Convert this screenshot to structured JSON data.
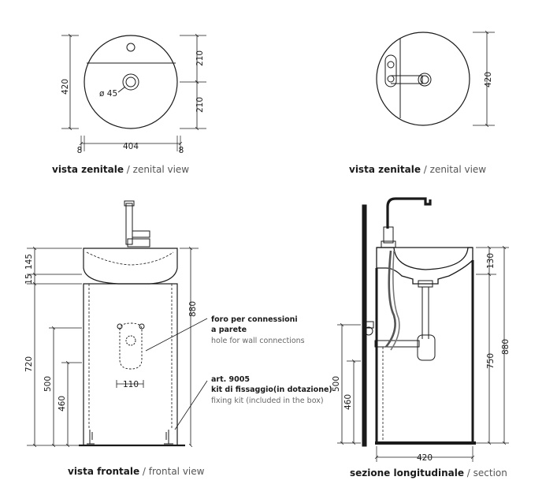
{
  "views": {
    "top_left": {
      "title_bold": "vista zenitale",
      "title_sep": " / ",
      "title_light": "zenital view"
    },
    "top_right": {
      "title_bold": "vista zenitale",
      "title_sep": " / ",
      "title_light": "zenital view"
    },
    "front": {
      "title_bold": "vista frontale",
      "title_sep": " / ",
      "title_light": "frontal view"
    },
    "section": {
      "title_bold": "sezione longitudinale",
      "title_sep": " / ",
      "title_light": "section"
    }
  },
  "dimensions": {
    "top_left": {
      "height": "420",
      "upper": "210",
      "lower": "210",
      "width": "404",
      "left_margin": "8",
      "right_margin": "8",
      "hole": "ø 45"
    },
    "top_right": {
      "height": "420"
    },
    "front": {
      "d145": "145",
      "d15": "15",
      "d720": "720",
      "d500": "500",
      "d460": "460",
      "d880": "880",
      "d110": "110"
    },
    "section": {
      "d130": "130",
      "d750": "750",
      "d880": "880",
      "d500": "500",
      "d460": "460",
      "d420": "420"
    }
  },
  "annotations": {
    "connections": {
      "line1": "foro per connessioni",
      "line2": "a parete",
      "line3": "hole for wall connections"
    },
    "fixing": {
      "line1": "art. 9005",
      "line2": "kit di fissaggio(in dotazione)",
      "line3": "fixing kit (included in the box)"
    }
  },
  "colors": {
    "line": "#1a1a1a",
    "light_text": "#555555",
    "pipe": "#444444"
  }
}
